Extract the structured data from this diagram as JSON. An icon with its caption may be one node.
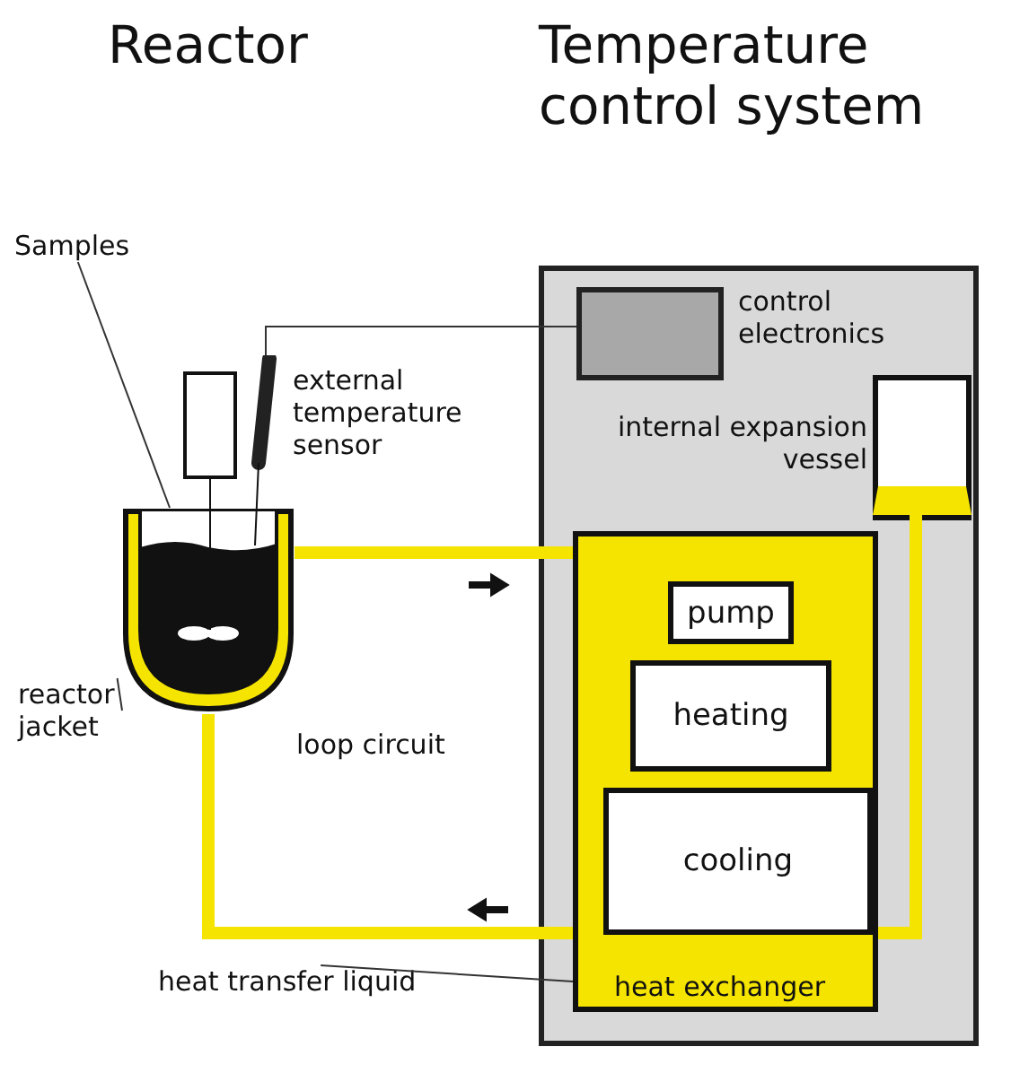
{
  "diagram": {
    "nodes": [
      {
        "text": [],
        "shape": "box"
      },
      {
        "text": [],
        "shape": "box",
        "in": 0,
        "beside": [
          "control electronics"
        ]
      },
      {
        "text": [],
        "shape": "box",
        "in": 0,
        "beside": [
          "internal expansion vessel"
        ]
      },
      {
        "text": [
          "heat exchanger"
        ],
        "in": 0
      },
      {
        "text": [
          "pump"
        ],
        "in": 3
      },
      {
        "text": [
          "heating"
        ],
        "in": 3
      },
      {
        "text": [
          "cooling"
        ],
        "in": 3
      },
      {
        "text": [],
        "shape": "vessel"
      },
      {
        "text": [],
        "shape": "probe",
        "beside": [
          "external temperature sensor"
        ]
      },
      {
        "text": [
          "Samples"
        ]
      },
      {
        "text": [
          "reactor jacket"
        ]
      },
      {
        "text": [
          "heat transfer liquid"
        ]
      }
    ],
    "edges": [
      {
        "from": 8,
        "to": 1,
        "arrow": "none"
      },
      {
        "from": 7,
        "to": 3,
        "arrow": "none",
        "style": "thick",
        "color": "#f5e400"
      },
      {
        "from": 3,
        "to": 7,
        "arrow": "none",
        "style": "thick",
        "color": "#f5e400"
      },
      {
        "from": 2,
        "to": 3,
        "arrow": "none",
        "style": "thick",
        "color": "#f5e400"
      },
      {
        "from": 9,
        "to": 7,
        "arrow": "none"
      },
      {
        "from": 10,
        "to": 7,
        "arrow": "none"
      },
      {
        "from": 11,
        "to": 3,
        "arrow": "none"
      }
    ],
    "labels": [
      "Reactor",
      "Temperature control system",
      "loop circuit"
    ]
  }
}
